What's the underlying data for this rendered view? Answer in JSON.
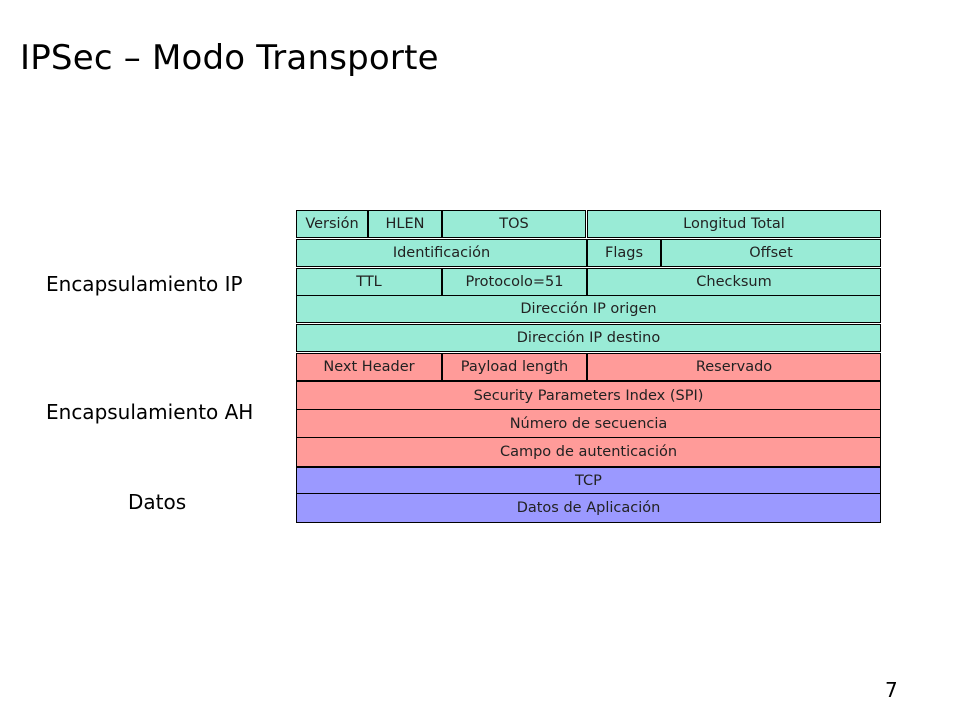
{
  "title": "IPSec – Modo Transporte",
  "page_number": "7",
  "colors": {
    "ip_header": "#99ebd6",
    "ah_header": "#ff9b99",
    "data": "#9b99ff"
  },
  "labels": {
    "ip": "Encapsulamiento IP",
    "ah": "Encapsulamiento AH",
    "data": "Datos"
  },
  "ip_header": {
    "version": "Versión",
    "hlen": "HLEN",
    "tos": "TOS",
    "total_length": "Longitud Total",
    "identification": "Identificación",
    "flags": "Flags",
    "offset": "Offset",
    "ttl": "TTL",
    "protocol": "Protocolo=51",
    "checksum": "Checksum",
    "src": "Dirección IP origen",
    "dst": "Dirección IP destino"
  },
  "ah_header": {
    "next_header": "Next Header",
    "payload_length": "Payload length",
    "reserved": "Reservado",
    "spi": "Security Parameters Index (SPI)",
    "seq": "Número de secuencia",
    "auth": "Campo de autenticación"
  },
  "data": {
    "tcp": "TCP",
    "app": "Datos de Aplicación"
  }
}
